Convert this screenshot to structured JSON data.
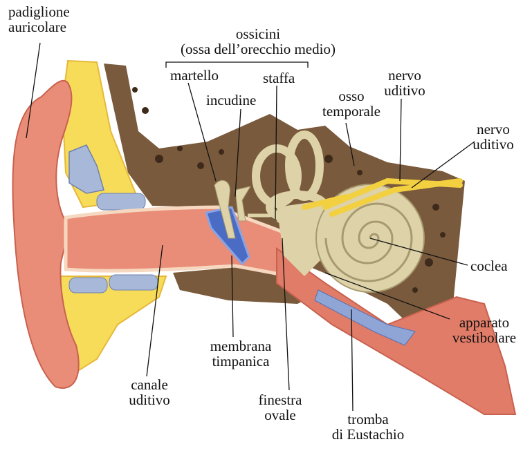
{
  "labels": {
    "pinna": [
      "padiglione",
      "auricolare"
    ],
    "ossicles": [
      "ossicini",
      "(ossa dell’orecchio medio)"
    ],
    "malleus": "martello",
    "incus": "incudine",
    "stapes": "staffa",
    "temporal_bone": [
      "osso",
      "temporale"
    ],
    "auditory_nerve_1": [
      "nervo",
      "uditivo"
    ],
    "auditory_nerve_2": [
      "nervo",
      "uditivo"
    ],
    "cochlea": "coclea",
    "vestibular": [
      "apparato",
      "vestibolare"
    ],
    "tympanic": [
      "membrana",
      "timpanica"
    ],
    "ear_canal": [
      "canale",
      "uditivo"
    ],
    "oval_window": [
      "finestra",
      "ovale"
    ],
    "eustachian": [
      "tromba",
      "di Eustachio"
    ]
  },
  "colors": {
    "bone": "#7a5a3c",
    "skin": "#e98d78",
    "fat": "#f7dc5a",
    "cochlea": "#ddd2a8",
    "eardrum": "#4a6cc4",
    "cartilage": "#a8b8d8",
    "nerve": "#f2d040"
  }
}
